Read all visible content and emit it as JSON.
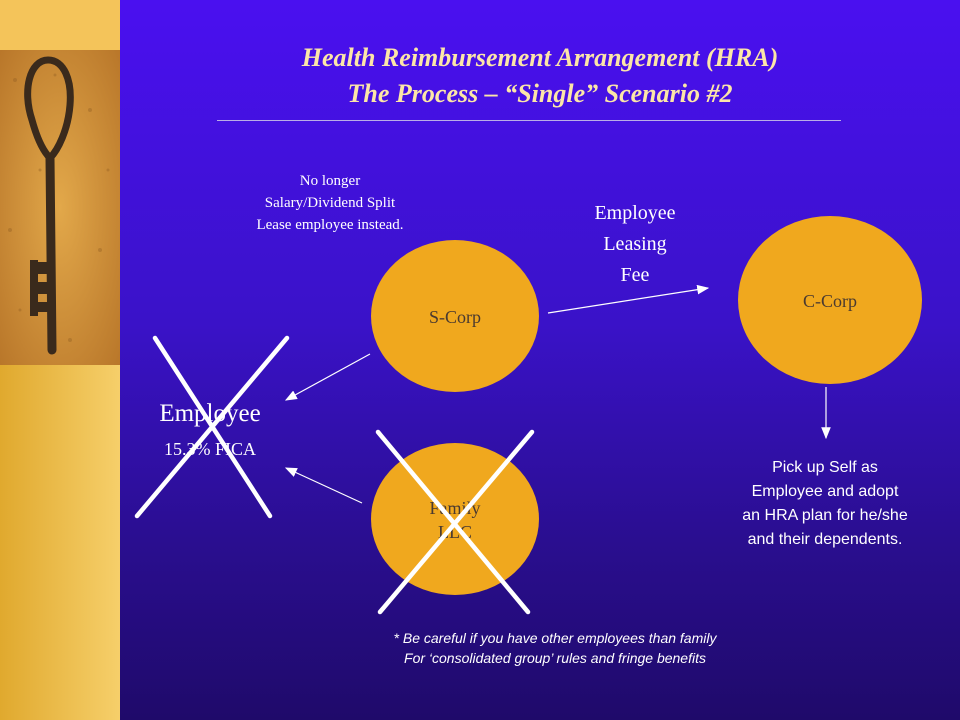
{
  "slide": {
    "title_line1": "Health Reimbursement Arrangement (HRA)",
    "title_line2": "The Process – “Single” Scenario #2"
  },
  "notes": {
    "no_longer": [
      "No longer",
      "Salary/Dividend Split",
      "Lease employee instead."
    ],
    "leasing_fee": [
      "Employee",
      "Leasing",
      "Fee"
    ],
    "pickup": [
      "Pick up Self as",
      "Employee and adopt",
      "an HRA plan for he/she",
      "and their dependents."
    ],
    "footnote": [
      "* Be careful if you have other employees than family",
      "For ‘consolidated group’ rules and fringe benefits"
    ]
  },
  "entities": {
    "s_corp": "S-Corp",
    "c_corp": "C-Corp",
    "family_llc": [
      "Family",
      "LLC"
    ],
    "employee": "Employee",
    "employee_fica": "15.3% FICA"
  },
  "colors": {
    "background_top": "#4a10f0",
    "background_bottom": "#1f0a6a",
    "sidebar": "#e5b040",
    "circle_fill": "#f0a81e",
    "title": "#fce6a8",
    "text": "#ffffff",
    "cross": "#ffffff"
  },
  "icons": {
    "sidebar_image": "antique-key-icon"
  }
}
